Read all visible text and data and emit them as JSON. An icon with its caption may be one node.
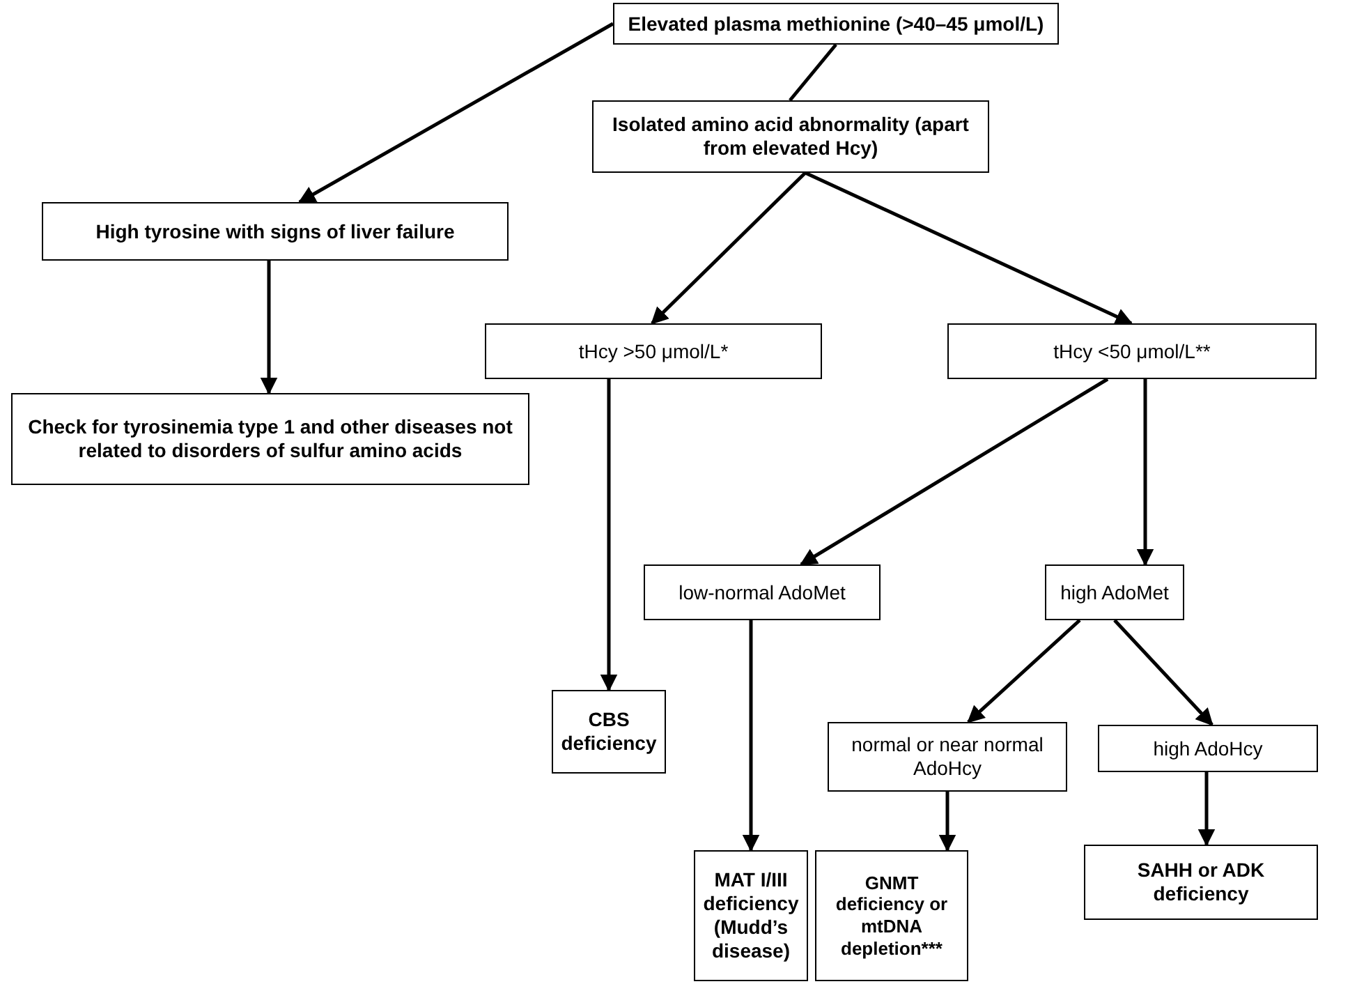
{
  "diagram": {
    "nodes": [
      {
        "text": [
          "Elevated plasma methionine (>40–45 μmol/L)"
        ]
      },
      {
        "text": [
          "Isolated amino acid abnormality (apart from elevated Hcy)"
        ]
      },
      {
        "text": [
          "High tyrosine with signs of liver failure"
        ]
      },
      {
        "text": [
          "Check for tyrosinemia type 1 and other diseases not related to disorders of sulfur amino acids"
        ]
      },
      {
        "text": [
          "tHcy >50 μmol/L*"
        ]
      },
      {
        "text": [
          "tHcy <50 μmol/L**"
        ]
      },
      {
        "text": [
          "low-normal AdoMet"
        ]
      },
      {
        "text": [
          "high AdoMet"
        ]
      },
      {
        "text": [
          "CBS deficiency"
        ]
      },
      {
        "text": [
          "normal or near normal AdoHcy"
        ]
      },
      {
        "text": [
          "high AdoHcy"
        ]
      },
      {
        "text": [
          "MAT I/III deficiency (Mudd’s disease)"
        ]
      },
      {
        "text": [
          "GNMT deficiency or mtDNA depletion***"
        ]
      },
      {
        "text": [
          "SAHH or ADK deficiency"
        ]
      }
    ],
    "edges": [
      {
        "from": 0,
        "to": 2,
        "arrow": "to"
      },
      {
        "from": 0,
        "to": 1,
        "arrow": "none"
      },
      {
        "from": 1,
        "to": 4,
        "arrow": "to"
      },
      {
        "from": 1,
        "to": 5,
        "arrow": "to"
      },
      {
        "from": 2,
        "to": 3,
        "arrow": "to"
      },
      {
        "from": 4,
        "to": 8,
        "arrow": "to"
      },
      {
        "from": 5,
        "to": 6,
        "arrow": "to"
      },
      {
        "from": 5,
        "to": 7,
        "arrow": "to"
      },
      {
        "from": 6,
        "to": 11,
        "arrow": "to"
      },
      {
        "from": 7,
        "to": 9,
        "arrow": "to"
      },
      {
        "from": 7,
        "to": 10,
        "arrow": "to"
      },
      {
        "from": 9,
        "to": 12,
        "arrow": "to"
      },
      {
        "from": 10,
        "to": 13,
        "arrow": "to"
      }
    ]
  }
}
